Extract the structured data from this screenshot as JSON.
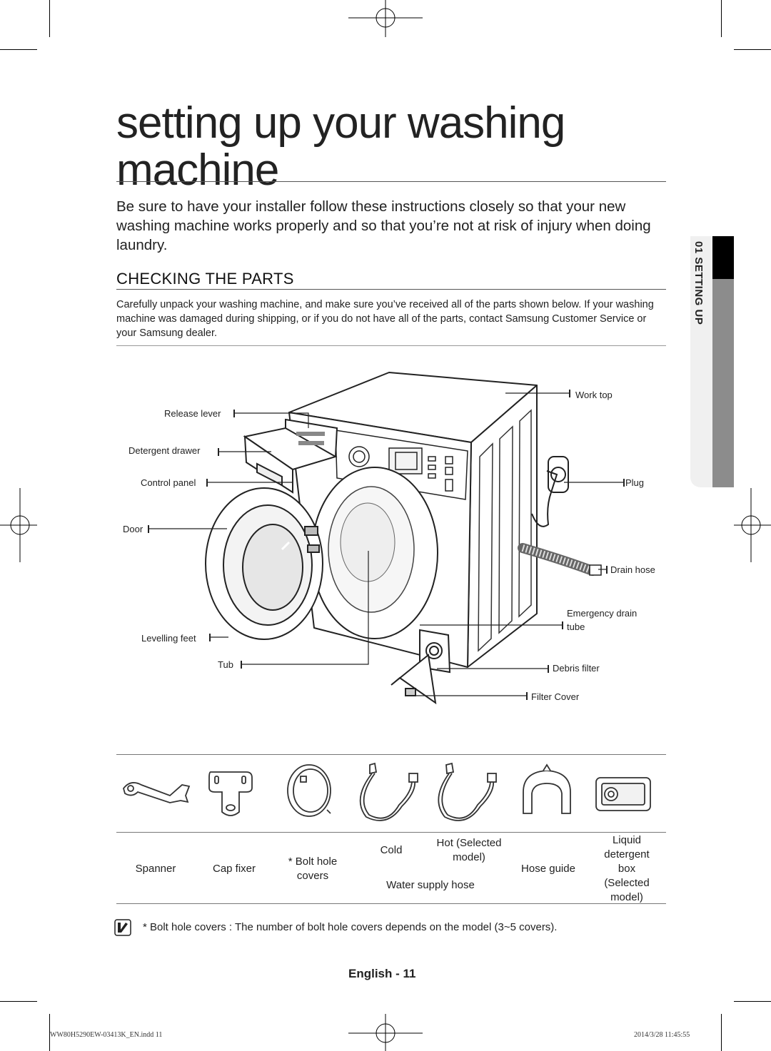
{
  "page": {
    "title": "setting up your washing machine",
    "intro": "Be sure to have your installer follow these instructions closely so that your new washing machine works properly and so that you’re not at risk of injury when doing laundry.",
    "section_heading": "CHECKING THE PARTS",
    "section_body": "Carefully unpack your washing machine, and make sure you’ve received all of the parts shown below. If your washing machine was damaged during shipping, or if you do not have all of the parts, contact Samsung Customer Service or your Samsung dealer.",
    "side_tab": "01 SETTING UP"
  },
  "diagram_labels": {
    "release_lever": "Release lever",
    "detergent_drawer": "Detergent drawer",
    "control_panel": "Control panel",
    "door": "Door",
    "levelling_feet": "Levelling feet",
    "tub": "Tub",
    "work_top": "Work top",
    "plug": "Plug",
    "drain_hose": "Drain hose",
    "emergency_drain_tube_1": "Emergency drain",
    "emergency_drain_tube_2": "tube",
    "debris_filter": "Debris filter",
    "filter_cover": "Filter Cover"
  },
  "parts": {
    "spanner": "Spanner",
    "cap_fixer": "Cap fixer",
    "bolt_hole_1": "* Bolt hole",
    "bolt_hole_2": "covers",
    "cold": "Cold",
    "hot_1": "Hot (Selected",
    "hot_2": "model)",
    "water_supply_hose": "Water supply hose",
    "hose_guide": "Hose guide",
    "liquid_1": "Liquid",
    "liquid_2": "detergent",
    "liquid_3": "box",
    "liquid_4": "(Selected",
    "liquid_5": "model)"
  },
  "note": {
    "label": "* Bolt hole covers",
    "text": " : The number of bolt hole covers depends on the model (3~5 covers)."
  },
  "footer": {
    "page_number": "English - 11",
    "file_name": "WW80H5290EW-03413K_EN.indd   11",
    "timestamp": "2014/3/28   11:45:55"
  }
}
